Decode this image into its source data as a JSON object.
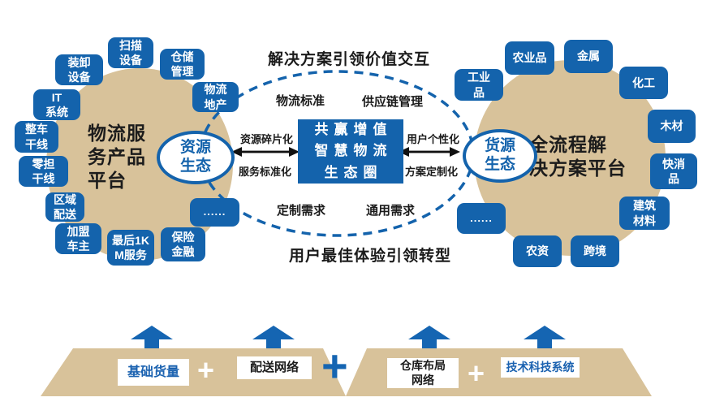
{
  "captions": {
    "top": "解决方案引领价值交互",
    "bottom": "用户最佳体验引领转型"
  },
  "left_platform": {
    "title": "物流服\n务产品\n平台",
    "hub": "资源\n生态",
    "items": [
      "扫描\n设备",
      "仓储\n管理",
      "装卸\n设备",
      "物流\n地产",
      "IT\n系统",
      "整车\n干线",
      "零担\n干线",
      "区域\n配送",
      "加盟\n车主",
      "最后1K\nM服务",
      "保险\n金融",
      "......"
    ]
  },
  "right_platform": {
    "title": "全流程解\n决方案平台",
    "hub": "货源\n生态",
    "items": [
      "农业品",
      "金属",
      "工业\n品",
      "化工",
      "木材",
      "快消\n品",
      "建筑\n材料",
      "跨境",
      "农资",
      "......"
    ]
  },
  "core": {
    "label": "共赢增值\n智慧物流\n生态圈"
  },
  "exchange": {
    "inner_top_left": "物流标准",
    "inner_top_right": "供应链管理",
    "inner_bottom_left": "定制需求",
    "inner_bottom_right": "通用需求",
    "left_arrow_top": "资源碎片化",
    "left_arrow_bottom": "服务标准化",
    "right_arrow_top": "用户个性化",
    "right_arrow_bottom": "方案定制化"
  },
  "foundation": {
    "blocks": [
      "基础货量",
      "配送网络",
      "仓库布局\n网络",
      "技术科技系统"
    ],
    "plus": "+"
  },
  "colors": {
    "accent_blue": "#1463ac",
    "arrow_blue": "#1565b2",
    "tan": "#d8c29a",
    "text_black": "#1b1b1b",
    "white": "#ffffff"
  }
}
